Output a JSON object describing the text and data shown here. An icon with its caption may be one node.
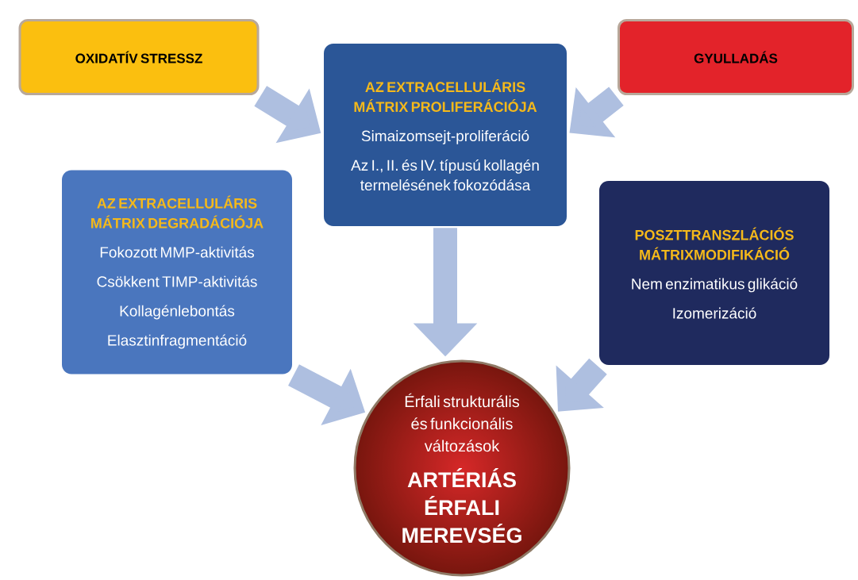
{
  "diagram": {
    "nodes": [
      {
        "text": [
          "OXIDATÍV STRESSZ"
        ]
      },
      {
        "text": [
          "AZ EXTRACELLULÁRIS MÁTRIX PROLIFERÁCIÓJA",
          "Simaizomsejt-proliferáció",
          "Az I., II. és IV. típusú kollagén termelésének fokozódása"
        ]
      },
      {
        "text": [
          "GYULLADÁS"
        ]
      },
      {
        "text": [
          "AZ EXTRACELLULÁRIS MÁTRIX DEGRADÁCIÓJA",
          "Fokozott MMP-aktivitás",
          "Csökkent TIMP-aktivitás",
          "Kollagénlebontás",
          "Elasztinfragmentáció"
        ]
      },
      {
        "text": [
          "POSZTTRANSZLÁCIÓS MÁTRIXMODIFIKÁCIÓ",
          "Nem enzimatikus glikáció",
          "Izomerizáció"
        ]
      },
      {
        "text": [
          "Érfali strukturális és funkcionális változások",
          "ARTÉRIÁS ÉRFALI MEREVSÉG"
        ]
      }
    ],
    "edges": [
      {
        "from": 0,
        "to": 1,
        "arrow": "to"
      },
      {
        "from": 2,
        "to": 1,
        "arrow": "to"
      },
      {
        "from": 1,
        "to": 5,
        "arrow": "to"
      },
      {
        "from": 3,
        "to": 5,
        "arrow": "to"
      },
      {
        "from": 4,
        "to": 5,
        "arrow": "to"
      }
    ]
  }
}
